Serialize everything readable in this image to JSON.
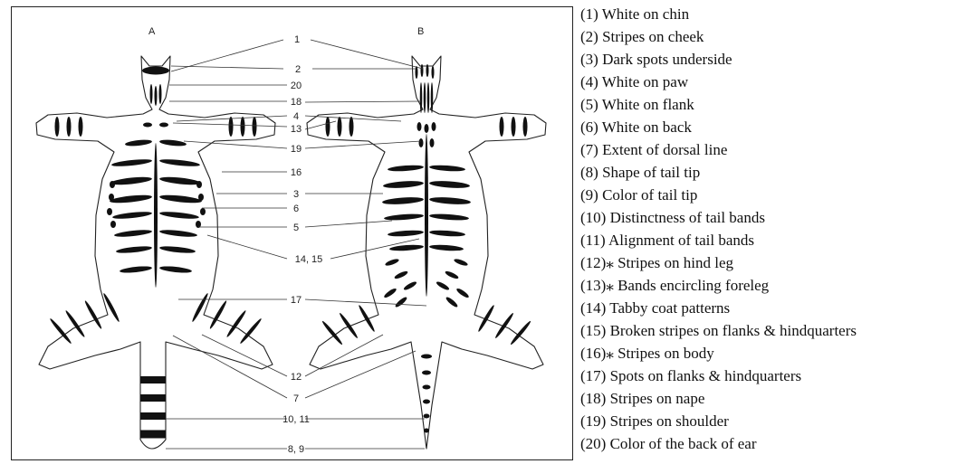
{
  "figure": {
    "panel_a_label": "A",
    "panel_b_label": "B",
    "callout_labels": [
      "1",
      "2",
      "20",
      "18",
      "4",
      "13",
      "19",
      "16",
      "3",
      "6",
      "5",
      "14, 15",
      "17",
      "12",
      "7",
      "10, 11",
      "8, 9"
    ]
  },
  "legend": {
    "items": [
      "(1) White on chin",
      "(2) Stripes on cheek",
      "(3) Dark spots underside",
      "(4) White on paw",
      "(5) White on flank",
      "(6) White on back",
      "(7) Extent of dorsal line",
      "(8) Shape of tail tip",
      "(9) Color of tail tip",
      "(10) Distinctness of tail bands",
      "(11) Alignment of tail bands",
      "(12)⁎ Stripes on hind leg",
      "(13)⁎ Bands encircling foreleg",
      "(14) Tabby coat patterns",
      "(15) Broken stripes on flanks & hindquarters",
      "(16)⁎ Stripes on body",
      "(17) Spots on flanks & hindquarters",
      "(18) Stripes on nape",
      "(19) Stripes on shoulder",
      "(20) Color of the back of ear"
    ]
  }
}
